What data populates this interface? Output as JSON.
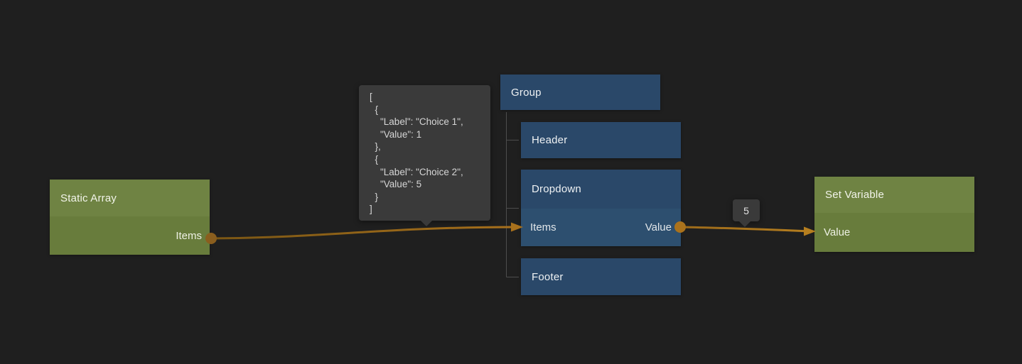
{
  "canvas": {
    "background": "#1f1f1f"
  },
  "colors": {
    "node_green_header": "#6f8343",
    "node_green_body": "#687c3c",
    "node_blue_header": "#2a4869",
    "node_blue_body": "#2d4f6f",
    "wire": "#a9711c",
    "wire_bright": "#b57e1f",
    "tooltip_background": "#3a3a3a",
    "tree_line": "#4d4d4d"
  },
  "nodes": {
    "static_array": {
      "title": "Static Array",
      "output_port": "Items"
    },
    "group": {
      "title": "Group"
    },
    "header": {
      "title": "Header"
    },
    "dropdown": {
      "title": "Dropdown",
      "input_port": "Items",
      "output_port": "Value"
    },
    "footer": {
      "title": "Footer"
    },
    "set_variable": {
      "title": "Set Variable",
      "input_port": "Value"
    }
  },
  "tooltips": {
    "array_preview": "[\n  {\n    \"Label\": \"Choice 1\",\n    \"Value\": 1\n  },\n  {\n    \"Label\": \"Choice 2\",\n    \"Value\": 5\n  }\n]",
    "value_preview": "5"
  }
}
